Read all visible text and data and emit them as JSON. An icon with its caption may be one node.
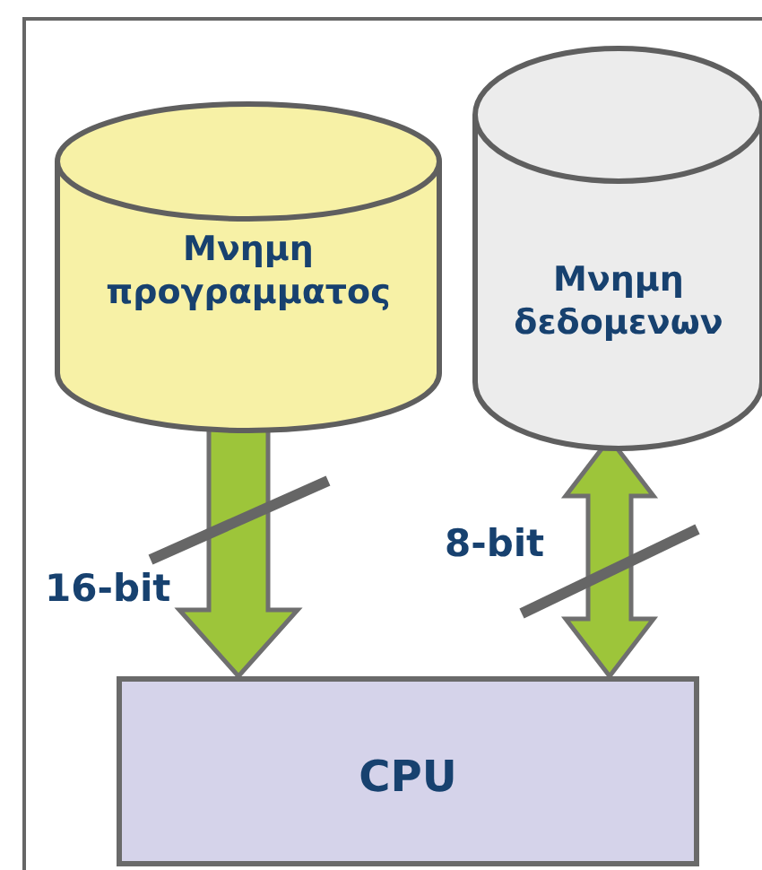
{
  "diagram": {
    "nodes": [
      {
        "text": [
          "Μνημη προγραμματος"
        ]
      },
      {
        "text": [
          "Μνημη δεδομενων"
        ]
      },
      {
        "text": [
          "CPU"
        ]
      }
    ],
    "edges": [
      {
        "from": 0,
        "to": 2,
        "arrow": "to",
        "label": "16-bit",
        "style": "thick"
      },
      {
        "from": 1,
        "to": 2,
        "arrow": "both",
        "label": "8-bit",
        "style": "thick"
      }
    ]
  }
}
